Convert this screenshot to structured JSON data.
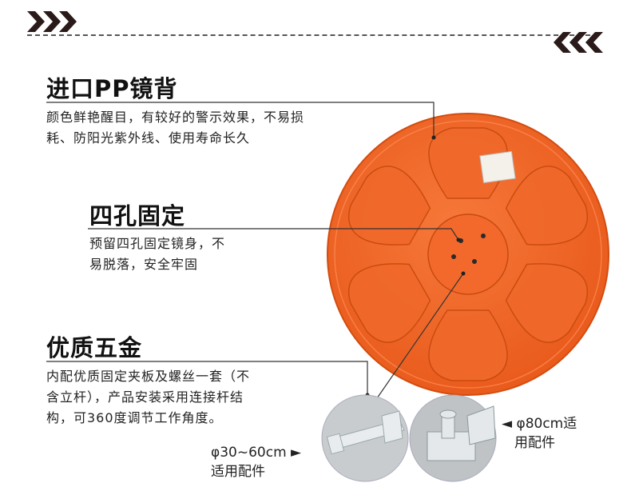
{
  "features": [
    {
      "title": "进口PP镜背",
      "desc_lines": [
        "颜色鲜艳醒目，有较好的警示效果，不易损",
        "耗、防阳光紫外线、使用寿命长久"
      ]
    },
    {
      "title": "四孔固定",
      "desc_lines": [
        "预留四孔固定镜身，不",
        "易脱落，安全牢固"
      ]
    },
    {
      "title": "优质五金",
      "desc_lines": [
        "内配优质固定夹板及螺丝一套（不",
        "含立杆），产品安装采用连接杆结",
        "构，可360度调节工作角度。"
      ]
    }
  ],
  "accessories": {
    "small": {
      "line1": "φ30~60cm ►",
      "line2": "适用配件"
    },
    "large": {
      "line1": "◄ φ80cm适",
      "line2": "用配件"
    }
  },
  "colors": {
    "mirror_back": "#f26a21",
    "mirror_shadow": "#d95312",
    "chevron": "#2a1a1a",
    "leader": "#333333"
  }
}
